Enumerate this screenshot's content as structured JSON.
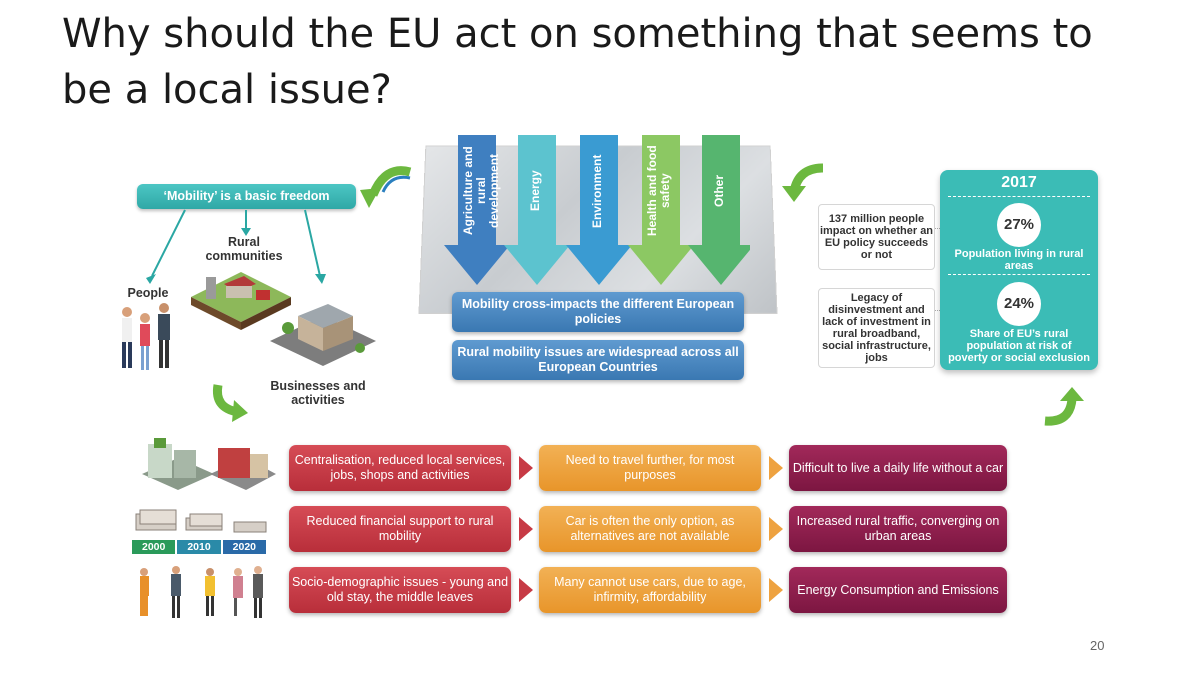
{
  "title": "Why should the EU act on something that seems to be a local issue?",
  "page_number": "20",
  "left": {
    "mobility_freedom": "‘Mobility’ is a basic freedom",
    "people": "People",
    "rural_communities": "Rural communities",
    "businesses": "Businesses and activities"
  },
  "policies": {
    "columns": [
      {
        "label": "Agriculture and rural development",
        "color": "#3f7fc0"
      },
      {
        "label": "Energy",
        "color": "#5cc3cf"
      },
      {
        "label": "Environment",
        "color": "#3a9bd2"
      },
      {
        "label": "Health and food safety",
        "color": "#8cc863"
      },
      {
        "label": "Other",
        "color": "#56b56f"
      }
    ],
    "cross_impacts": "Mobility cross-impacts the different European policies",
    "widespread": "Rural mobility issues are widespread across all European Countries"
  },
  "stats": {
    "year": "2017",
    "impact_text": "137 million people impact on whether an EU policy succeeds or not",
    "legacy_text": "Legacy of disinvestment and lack of investment in rural broadband, social infrastructure, jobs",
    "pct1": "27%",
    "pct1_label": "Population living in rural areas",
    "pct2": "24%",
    "pct2_label": "Share of EU’s rural population at risk of poverty or social exclusion"
  },
  "years": [
    "2000",
    "2010",
    "2020"
  ],
  "rows": [
    {
      "cause": "Centralisation, reduced local services, jobs, shops and activities",
      "effect": "Need to travel further, for most purposes",
      "result": "Difficult to live a daily life without a car"
    },
    {
      "cause": "Reduced financial support to rural mobility",
      "effect": "Car is often the only option, as alternatives are not available",
      "result": "Increased rural traffic, converging on urban areas"
    },
    {
      "cause": "Socio-demographic issues - young and old stay, the middle leaves",
      "effect": "Many cannot use cars, due to age, infirmity, affordability",
      "result": "Energy Consumption and Emissions"
    }
  ],
  "colors": {
    "teal": "#3bbcb6",
    "red": "#c73a45",
    "orange": "#eea240",
    "purple": "#8d1d4d",
    "blue": "#4a88c2"
  }
}
